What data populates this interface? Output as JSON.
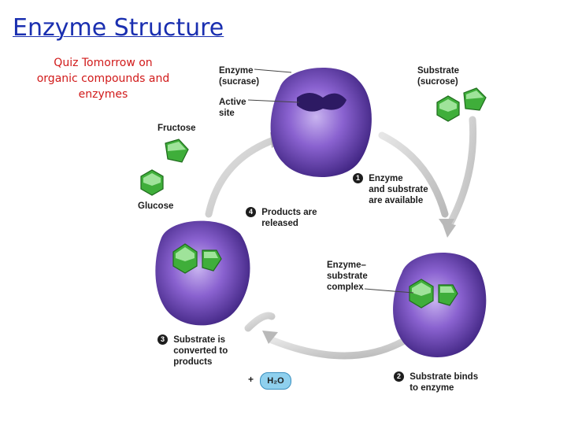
{
  "title": "Enzyme Structure",
  "note": [
    "Quiz Tomorrow on",
    "organic compounds and",
    "enzymes"
  ],
  "labels": {
    "enzyme": [
      "Enzyme",
      "(sucrase)"
    ],
    "active_site": [
      "Active",
      "site"
    ],
    "substrate": [
      "Substrate",
      "(sucrose)"
    ],
    "fructose": "Fructose",
    "glucose": "Glucose",
    "complex": [
      "Enzyme–",
      "substrate",
      "complex"
    ],
    "water": {
      "plus": "+",
      "formula": "H₂O"
    }
  },
  "steps": [
    {
      "num": "1",
      "lines": [
        "Enzyme",
        "and substrate",
        "are available"
      ]
    },
    {
      "num": "2",
      "lines": [
        "Substrate binds",
        "to enzyme"
      ]
    },
    {
      "num": "3",
      "lines": [
        "Substrate is",
        "converted to",
        "products"
      ]
    },
    {
      "num": "4",
      "lines": [
        "Products are",
        "released"
      ]
    }
  ],
  "colors": {
    "title": "#1a2fb0",
    "note": "#d11a1a",
    "enzyme_dark": "#4a2a8c",
    "enzyme_light": "#a98ae0",
    "substrate_green": "#3fae3a",
    "substrate_light": "#9fe39a",
    "arrow_gray": "#c8c8c8",
    "water_blue": "#8fd0ee"
  }
}
